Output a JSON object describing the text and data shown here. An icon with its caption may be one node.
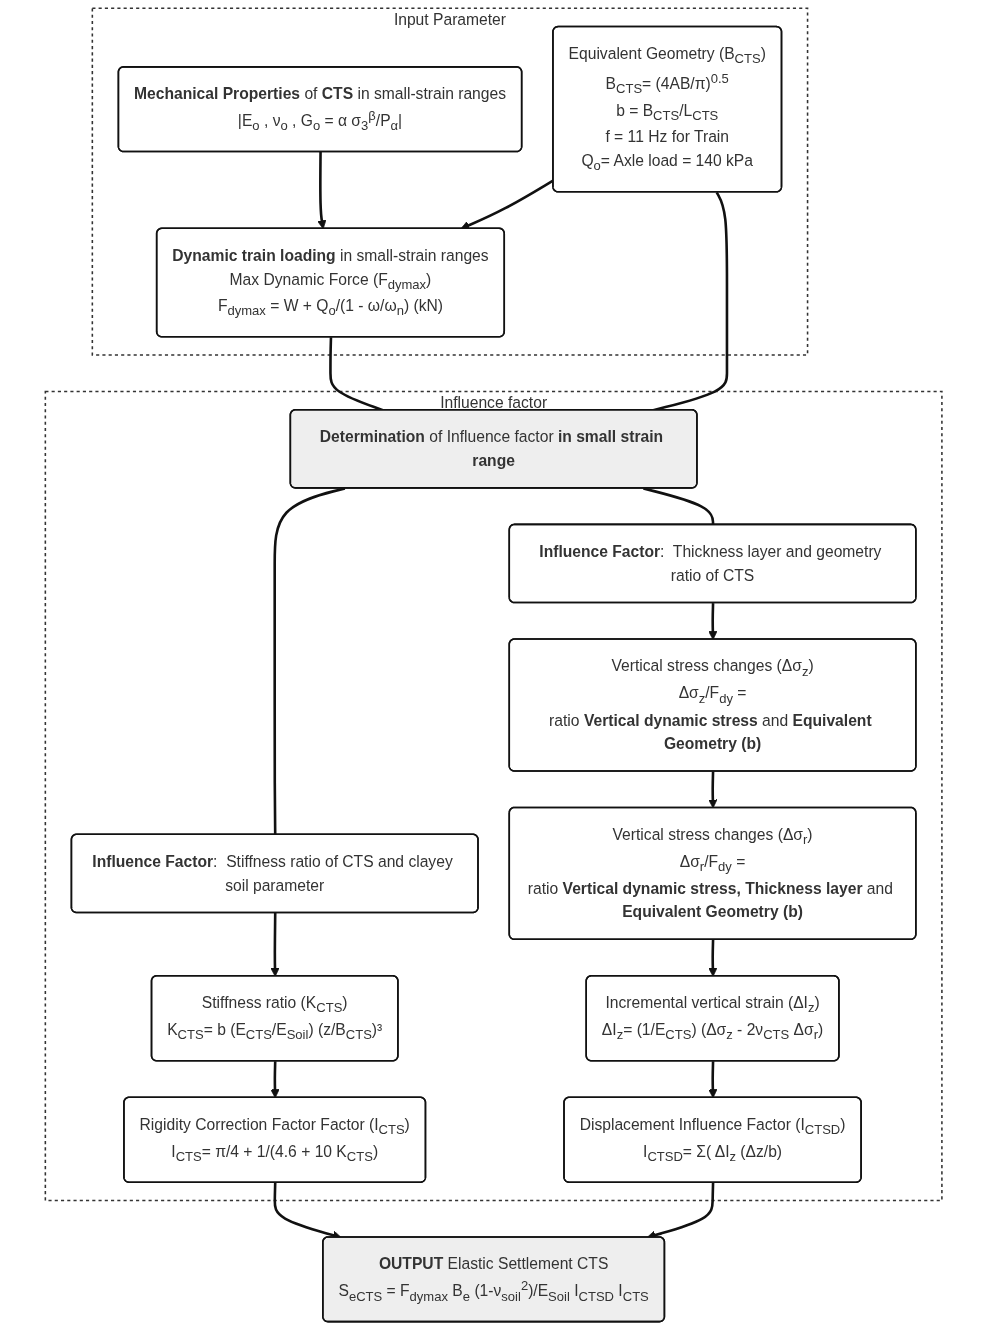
{
  "diagram": {
    "nodes": [
      {
        "text": [
          "Input Parameter"
        ]
      },
      {
        "text": [
          "**Mechanical Properties** of **CTS** in small-strain ranges",
          "|E$_{o}$ , ν$_{o}$ , G$_{o}$ = α σ$_{3}$$^{β}$/P$_{α}$|"
        ],
        "in": 0
      },
      {
        "text": [
          "Equivalent Geometry (B$_{CTS}$)",
          "B$_{CTS}$= (4AB/π)$^{0.5}$",
          "b = B$_{CTS}$/L$_{CTS}$",
          "f = 11 Hz for Train",
          "Q$_{o}$= Axle load = 140 kPa"
        ],
        "in": 0
      },
      {
        "text": [
          "**Dynamic train loading** in small-strain ranges",
          "Max Dynamic Force (F$_{dymax}$)",
          "F$_{dymax}$ = W + Q$_{o}$/(1 - ω/ω$_{n}$) (kN)"
        ],
        "in": 0
      },
      {
        "text": [
          "Influence factor"
        ]
      },
      {
        "text": [
          "**Determination** of Influence factor **in small strain range**"
        ],
        "in": 4
      },
      {
        "text": [
          "**Influence Factor**:  Stiffness ratio of CTS and clayey soil parameter"
        ],
        "in": 4
      },
      {
        "text": [
          "**Influence Factor**:  Thickness layer and geometry ratio of CTS"
        ],
        "in": 4
      },
      {
        "text": [
          "Stiffness ratio  (K$_{CTS}$)",
          "K$_{CTS}$= b (E$_{CTS}$/E$_{Soil}$) (z/B$_{CTS}$)³"
        ],
        "in": 4
      },
      {
        "text": [
          "Vertical stress changes (Δσ$_{z}$)",
          "Δσ$_{z}$/F$_{dy}$ =",
          "ratio **Vertical dynamic stress** and **Equivalent Geometry (b)**"
        ],
        "in": 4
      },
      {
        "text": [
          "Rigidity Correction Factor Factor (I$_{CTS}$)",
          "I$_{CTS}$= π/4 + 1/(4.6 + 10 K$_{CTS}$)"
        ],
        "in": 4
      },
      {
        "text": [
          "Vertical stress changes (Δσ$_{r}$)",
          "Δσ$_{r}$/F$_{dy}$ =",
          "ratio **Vertical dynamic stress, Thickness layer** and **Equivalent Geometry (b)**"
        ],
        "in": 4
      },
      {
        "text": [
          "Incremental vertical strain (ΔI$_{z}$)",
          "ΔI$_{z}$= (1/E$_{CTS}$) (Δσ$_{z}$ - 2ν$_{CTS}$ Δσ$_{r}$)"
        ],
        "in": 4
      },
      {
        "text": [
          "Displacement Influence Factor (I$_{CTSD}$)",
          "I$_{CTSD}$=  Σ( ΔI$_{z}$ (Δz/b)"
        ],
        "in": 4
      },
      {
        "text": [
          "**OUTPUT** Elastic Settlement CTS",
          "S$_{eCTS}$ = F$_{dymax}$ B$_{e}$ (1-ν$_{soil}$$^{2}$)/E$_{Soil}$  I$_{CTSD}$ I$_{CTS}$"
        ]
      }
    ],
    "edges": [
      {
        "from": 1,
        "to": 3,
        "arrow": "to"
      },
      {
        "from": 2,
        "to": 3,
        "arrow": "to"
      },
      {
        "from": 2,
        "to": 5,
        "arrow": "none"
      },
      {
        "from": 3,
        "to": 5,
        "arrow": "none"
      },
      {
        "from": 5,
        "to": 6,
        "arrow": "none"
      },
      {
        "from": 5,
        "to": 7,
        "arrow": "none"
      },
      {
        "from": 6,
        "to": 8,
        "arrow": "to"
      },
      {
        "from": 8,
        "to": 10,
        "arrow": "to"
      },
      {
        "from": 7,
        "to": 9,
        "arrow": "to"
      },
      {
        "from": 9,
        "to": 11,
        "arrow": "to"
      },
      {
        "from": 11,
        "to": 12,
        "arrow": "to"
      },
      {
        "from": 12,
        "to": 13,
        "arrow": "to"
      },
      {
        "from": 10,
        "to": 14,
        "arrow": "to"
      },
      {
        "from": 13,
        "to": 14,
        "arrow": "to"
      }
    ]
  }
}
